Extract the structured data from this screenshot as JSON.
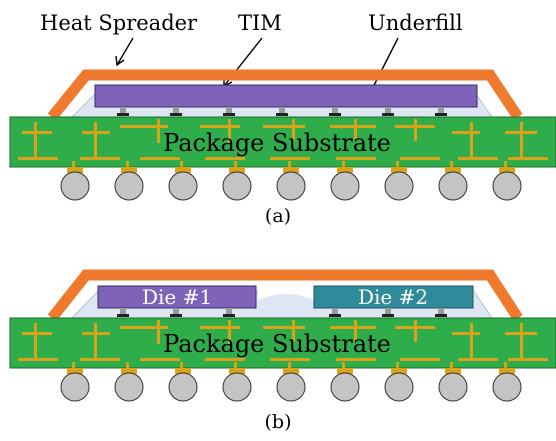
{
  "colors": {
    "substrate": "#2fad4a",
    "substrate_stroke": "#1a6e2c",
    "trace": "#d9a21b",
    "spreader": "#ef7a2d",
    "die_a": "#7f63b8",
    "die_b1": "#7f63b8",
    "die_b2": "#2f8a9a",
    "underfill": "#dde6f2",
    "ball": "#c4c4c4",
    "pad": "#d9a21b"
  },
  "labels": {
    "heat_spreader": "Heat Spreader",
    "tim": "TIM",
    "underfill": "Underfill"
  },
  "panel_a": {
    "substrate_label": "Package Substrate",
    "caption": "(a)"
  },
  "panel_b": {
    "die1_label": "Die #1",
    "die2_label": "Die #2",
    "substrate_label": "Package Substrate",
    "caption": "(b)"
  },
  "counts": {
    "solder_balls": 9
  }
}
